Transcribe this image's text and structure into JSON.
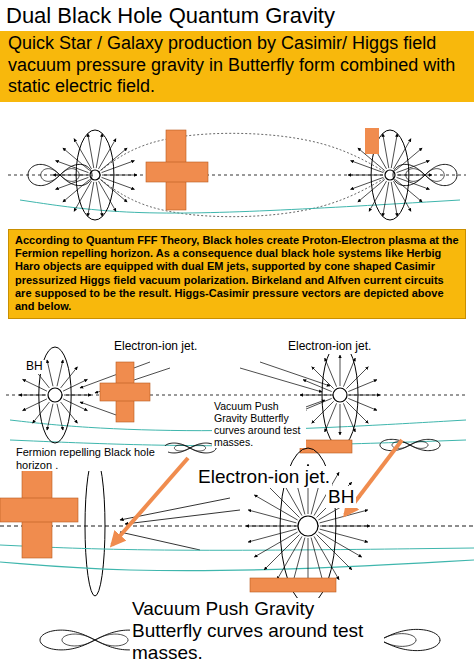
{
  "diagram": {
    "title": "Dual Black Hole Quantum Gravity",
    "nodes": [
      {
        "text": [
          "Quick Star / Galaxy production by Casimir/ Higgs field vacuum pressure gravity in Butterfly form combined with static electric field."
        ]
      },
      {
        "text": [
          "According to Quantum FFF Theory, Black holes create Proton-Electron plasma at the Fermion repelling horizon. As a consequence dual black hole systems like Herbig Haro objects are equipped with dual EM jets, supported by cone shaped Casimir pressurized Higgs field vacuum polarization. Birkeland and Alfven current circuits are supposed to be the result. Higgs-Casimir pressure vectors are depicted above and below."
        ]
      }
    ],
    "labels": [
      "Electron-ion jet.",
      "Electron-ion jet.",
      "BH",
      "Fermion repelling Black hole horizon .",
      "Vacuum Push Gravity Butterfly curves around test masses.",
      "Electron-ion jet.",
      "BH",
      "Vacuum Push Gravity Butterfly curves around test masses."
    ]
  }
}
